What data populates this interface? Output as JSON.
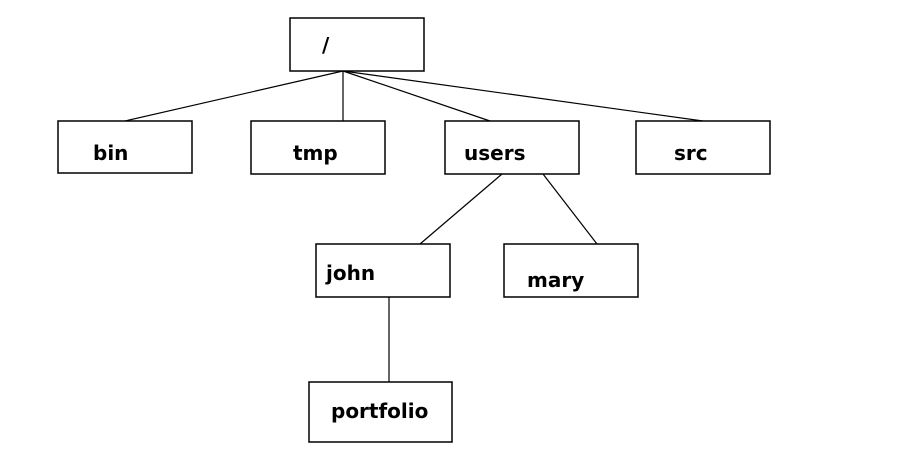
{
  "tree": {
    "nodes": [
      {
        "id": "root",
        "label": "/",
        "parent": null
      },
      {
        "id": "bin",
        "label": "bin",
        "parent": "root"
      },
      {
        "id": "tmp",
        "label": "tmp",
        "parent": "root"
      },
      {
        "id": "users",
        "label": "users",
        "parent": "root"
      },
      {
        "id": "src",
        "label": "src",
        "parent": "root"
      },
      {
        "id": "john",
        "label": "john",
        "parent": "users"
      },
      {
        "id": "mary",
        "label": "mary",
        "parent": "users"
      },
      {
        "id": "portfolio",
        "label": "portfolio",
        "parent": "john"
      }
    ]
  },
  "colors": {
    "line": "#000000",
    "box_fill": "#ffffff",
    "text": "#000000"
  }
}
